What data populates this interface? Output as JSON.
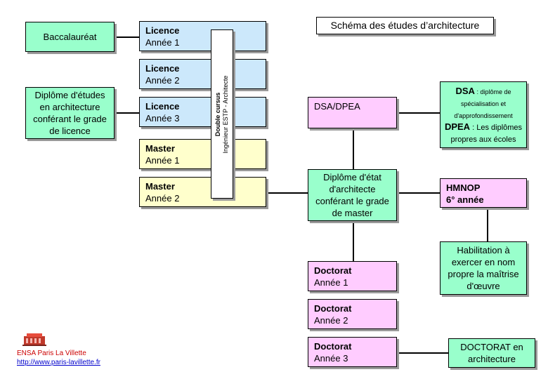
{
  "title": "Schéma des études d’architecture",
  "baccalaureat": "Baccalauréat",
  "diplome_etudes": "Diplôme d'études en architecture conférant le grade de licence",
  "years": [
    {
      "level": "Licence",
      "year": "Année 1"
    },
    {
      "level": "Licence",
      "year": "Année 2"
    },
    {
      "level": "Licence",
      "year": "Année 3"
    },
    {
      "level": "Master",
      "year": "Année 1"
    },
    {
      "level": "Master",
      "year": "Année 2"
    }
  ],
  "double_cursus": {
    "title": "Double cursus",
    "subtitle": "Ingénieur ESTP - Architecte"
  },
  "dsa_dpea": "DSA/DPEA",
  "diplome_etat": "Diplôme d'état d'architecte conférant le grade de master",
  "dsa_detail": {
    "dsa_label": "DSA",
    "dsa_text": " : diplôme de spécialisation et d'approfondissement",
    "dpea_label": "DPEA",
    "dpea_text": " : Les diplômes propres aux écoles"
  },
  "hmnop": {
    "title": "HMNOP",
    "subtitle": "6° année"
  },
  "habilitation": "Habilitation à exercer en nom propre la maîtrise d'œuvre",
  "doctorat": [
    {
      "level": "Doctorat",
      "year": "Année 1"
    },
    {
      "level": "Doctorat",
      "year": "Année 2"
    },
    {
      "level": "Doctorat",
      "year": "Année 3"
    }
  ],
  "doctorat_final": "DOCTORAT en architecture",
  "footer": {
    "school": "ENSA Paris La Villette",
    "url": "http://www.paris-lavillette.fr"
  },
  "colors": {
    "green": "#99ffcc",
    "blue": "#cce8fb",
    "yellow": "#ffffcc",
    "pink": "#ffccff"
  }
}
